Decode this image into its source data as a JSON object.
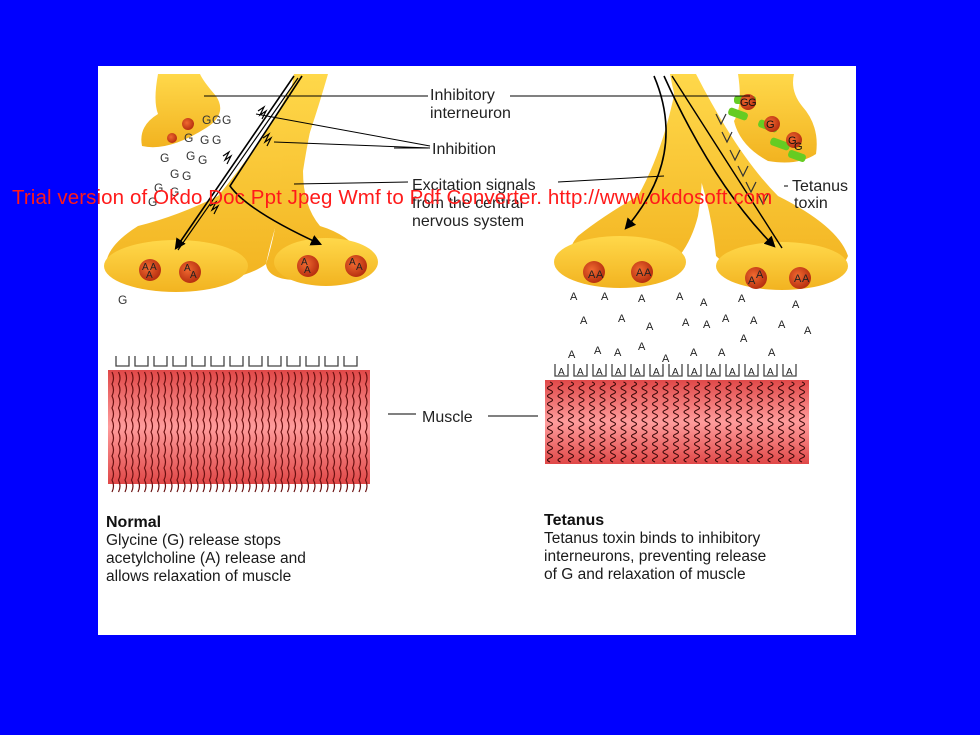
{
  "labels": {
    "inhibitory": "Inhibitory",
    "interneuron": "interneuron",
    "inhibition": "Inhibition",
    "excitation_1": "Excitation signals",
    "excitation_2": "from the central",
    "excitation_3": "nervous system",
    "muscle": "Muscle",
    "tetanus_1": "Tetanus",
    "tetanus_2": "toxin"
  },
  "markers": {
    "glycine": "G",
    "acetylcholine": "A"
  },
  "captions": {
    "normal": {
      "title": "Normal",
      "lines": [
        "Glycine (G) release stops",
        "acetylcholine (A) release and",
        "allows relaxation of muscle"
      ]
    },
    "tetanus": {
      "title": "Tetanus",
      "lines": [
        "Tetanus toxin binds to inhibitory",
        "interneurons, preventing release",
        "of G and relaxation of muscle"
      ]
    }
  },
  "watermark": "Trial version of Okdo Doc Ppt Jpeg Wmf to Pdf Converter. http://www.okdosoft.com",
  "colors": {
    "background": "#0000FF",
    "neuron": "#F7C52A",
    "muscle": "#E85B5B",
    "vesicle": "#D9441A",
    "toxin": "#66CC22",
    "watermark": "#FF1A1A"
  }
}
